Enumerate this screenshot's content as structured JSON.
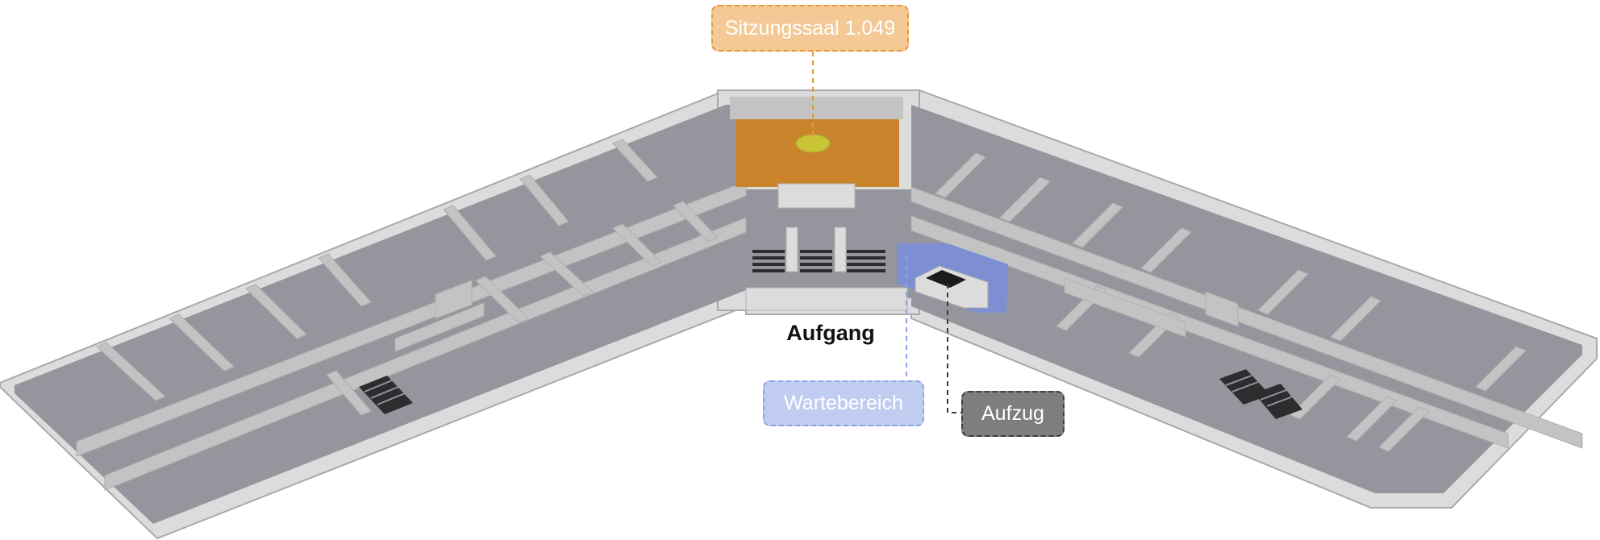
{
  "map": {
    "callouts": {
      "meeting_room": {
        "label": "Sitzungssaal 1.049",
        "color": "#f4c996",
        "border_color": "#e39a38",
        "line_color": "#e39a38"
      },
      "waiting_area": {
        "label": "Wartebereich",
        "color": "#c0cdf1",
        "border_color": "#8aa4e6",
        "line_color": "#8aa4e6"
      },
      "elevator": {
        "label": "Aufzug",
        "color": "#7e7e80",
        "border_color": "#3c3c3c",
        "line_color": "#3c3c3c"
      }
    },
    "labels": {
      "stairway": "Aufgang"
    },
    "colors": {
      "floor": "#95959d",
      "wall_top": "#c3c3c3",
      "wall_side": "#dcdcdc",
      "meeting_room_floor": "#c9842c",
      "meeting_room_marker": "#c9c436",
      "waiting_area_floor": "#7d8fd2",
      "stairs": "#2d2d2f",
      "elevator_shaft": "#1b1b1b"
    }
  }
}
